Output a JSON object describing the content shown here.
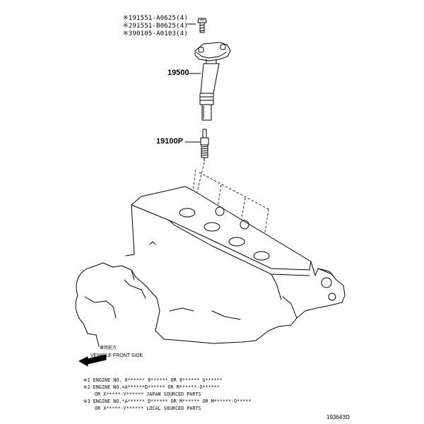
{
  "parts": {
    "bolt_refs": [
      "※191551-A0625(4)",
      "※291551-B0625(4)",
      "※390105-A0103(4)"
    ],
    "coil_number": "19500",
    "plug_number": "19100P"
  },
  "direction": {
    "japanese": "車両前方",
    "english": "VEHICLE FRONT SIDE"
  },
  "notes": [
    "※1 ENGINE NO. 0****** 8****** OR 8****** G******",
    "※2 ENGINE NO.=A******D****** OR M******-O******",
    "OR X*****-Y****** JAPAN SOURCED PARTS",
    "※3 ENGINE NO.*A****** D****** OR M****** OR M******-O*****",
    "OR X*****-Y****** LOCAL SOURCED PARTS"
  ],
  "illustration_code": "19364ЗD"
}
